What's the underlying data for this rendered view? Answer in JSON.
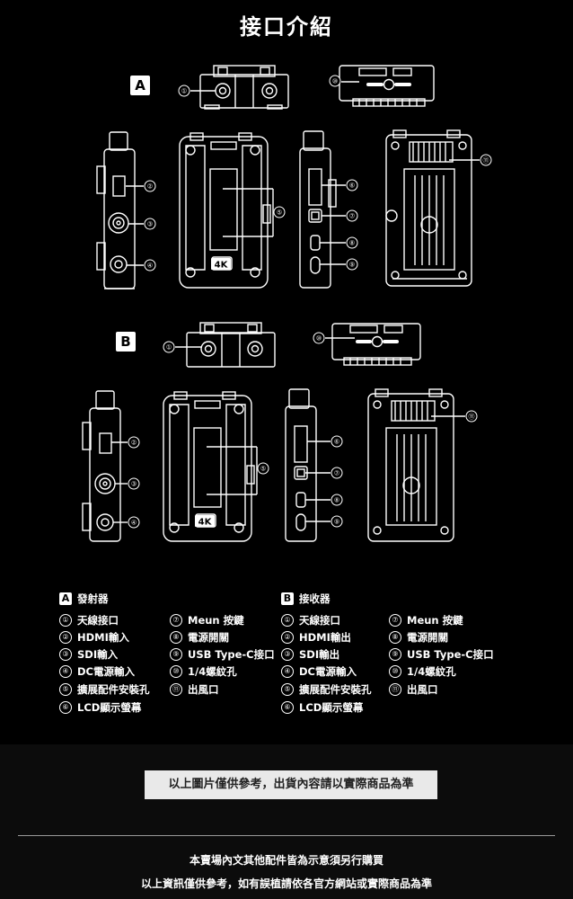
{
  "title": "接口介紹",
  "section_a": {
    "letter": "A"
  },
  "section_b": {
    "letter": "B"
  },
  "callouts": [
    "①",
    "②",
    "③",
    "④",
    "⑤",
    "⑥",
    "⑦",
    "⑧",
    "⑨",
    "⑩",
    "⑪"
  ],
  "badge_4k": "4K",
  "transmitter": {
    "tag": "A",
    "heading": "發射器",
    "items": [
      {
        "n": "①",
        "label": "天線接口"
      },
      {
        "n": "②",
        "label": "HDMI輸入"
      },
      {
        "n": "③",
        "label": "SDI輸入"
      },
      {
        "n": "④",
        "label": "DC電源輸入"
      },
      {
        "n": "⑤",
        "label": "擴展配件安裝孔"
      },
      {
        "n": "⑥",
        "label": "LCD顯示螢幕"
      },
      {
        "n": "⑦",
        "label": "Meun 按鍵"
      },
      {
        "n": "⑧",
        "label": "電源開關"
      },
      {
        "n": "⑨",
        "label": "USB Type-C接口"
      },
      {
        "n": "⑩",
        "label": "1/4螺紋孔"
      },
      {
        "n": "⑪",
        "label": "出風口"
      }
    ]
  },
  "receiver": {
    "tag": "B",
    "heading": "接收器",
    "items": [
      {
        "n": "①",
        "label": "天線接口"
      },
      {
        "n": "②",
        "label": "HDMI輸出"
      },
      {
        "n": "③",
        "label": "SDI輸出"
      },
      {
        "n": "④",
        "label": "DC電源輸入"
      },
      {
        "n": "⑤",
        "label": "擴展配件安裝孔"
      },
      {
        "n": "⑥",
        "label": "LCD顯示螢幕"
      },
      {
        "n": "⑦",
        "label": "Meun 按鍵"
      },
      {
        "n": "⑧",
        "label": "電源開關"
      },
      {
        "n": "⑨",
        "label": "USB Type-C接口"
      },
      {
        "n": "⑩",
        "label": "1/4螺紋孔"
      },
      {
        "n": "⑪",
        "label": "出風口"
      }
    ]
  },
  "notice": "以上圖片僅供參考，出貨內容請以實際商品為準",
  "footer": {
    "line1": "本賣場內文其他配件皆為示意須另行購買",
    "line2": "以上資訊僅供參考，如有誤植請依各官方網站或實際商品為準"
  }
}
